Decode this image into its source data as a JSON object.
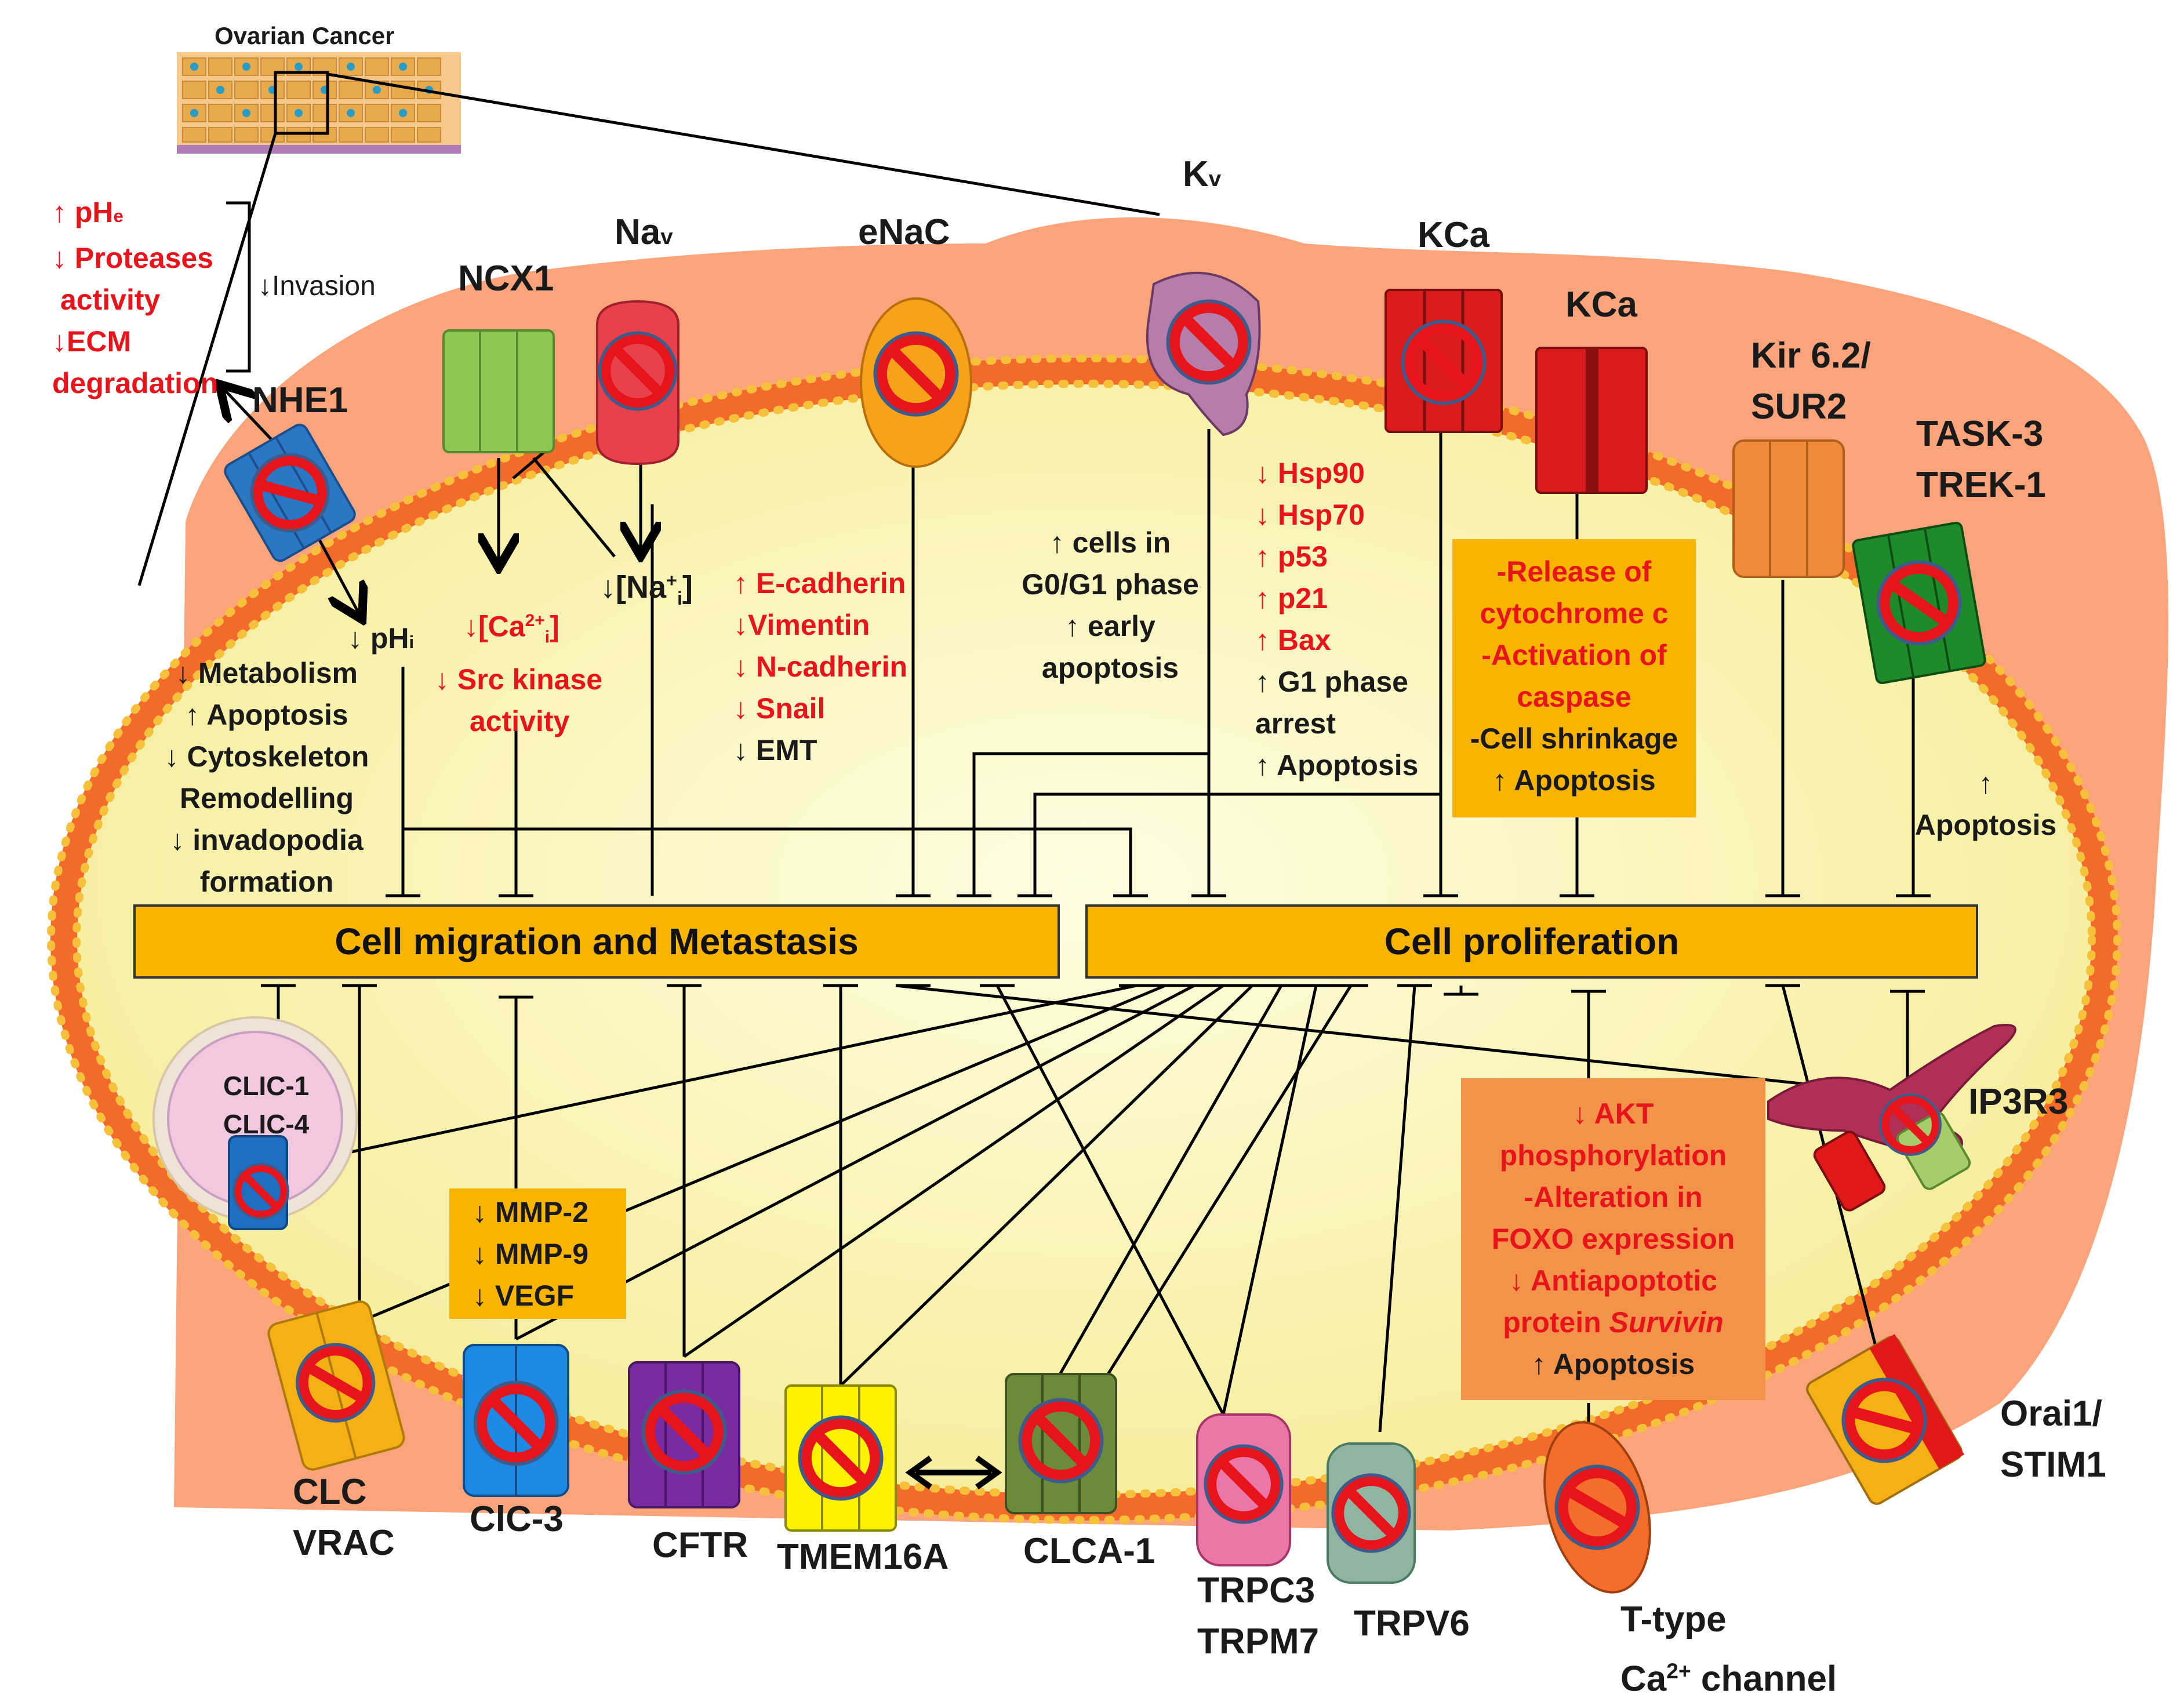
{
  "tissue_label": "Ovarian Cancer",
  "channels": {
    "nhe1": "NHE1",
    "ncx1": "NCX1",
    "nav": "Na",
    "nav_sub": "v",
    "enac": "eNaC",
    "kv": "K",
    "kv_sub": "v",
    "kca1": "KCa",
    "kca2": "KCa",
    "kir_1": "Kir 6.2/",
    "kir_2": "SUR2",
    "task_1": "TASK-3",
    "task_2": "TREK-1",
    "clic_1": "CLIC-1",
    "clic_2": "CLIC-4",
    "ip3r3": "IP3R3",
    "clc_1": "CLC",
    "clc_2": "VRAC",
    "clc3": "ClC-3",
    "cftr": "CFTR",
    "tmem16a": "TMEM16A",
    "clca1": "CLCA-1",
    "trpc_1": "TRPC3",
    "trpc_2": "TRPM7",
    "trpv6": "TRPV6",
    "ttype_1": "T-type",
    "ttype_2": "Ca",
    "ttype_sup": "2+",
    "ttype_3": " channel",
    "orai_1": "Orai1/",
    "orai_2": "STIM1"
  },
  "invasion": {
    "effects": [
      "↑ pH",
      "↓ Proteases",
      "activity",
      "↓ECM",
      "degradation"
    ],
    "ph_sub": "e",
    "result": "↓Invasion"
  },
  "effects": {
    "nhe1_ph": "↓ pH",
    "nhe1_ph_sub": "i",
    "nhe1_list": [
      "↓ Metabolism",
      "↑ Apoptosis",
      "↓ Cytoskeleton",
      "Remodelling",
      "↓ invadopodia",
      "formation"
    ],
    "ncx1_ca_pre": "↓[Ca",
    "ncx1_ca_sup": "2+",
    "ncx1_ca_sub": "i",
    "ncx1_ca_post": "]",
    "ncx1_src": [
      "↓ Src kinase",
      "activity"
    ],
    "nav_na_pre": "↓[Na",
    "nav_na_sup": "+",
    "nav_na_sub": "i",
    "nav_na_post": "]",
    "enac_list": [
      "↑ E-cadherin",
      "↓Vimentin",
      "↓ N-cadherin",
      "↓ Snail"
    ],
    "enac_emt": "↓ EMT",
    "kv_list": [
      "↑ cells in",
      "G0/G1 phase",
      "↑ early",
      "apoptosis"
    ],
    "kca_red": [
      "↓ Hsp90",
      "↓ Hsp70",
      "↑ p53",
      "↑ p21",
      "↑ Bax"
    ],
    "kca_black": [
      "↑ G1 phase",
      "arrest",
      "↑ Apoptosis"
    ],
    "kca_box_red": [
      "-Release of",
      "cytochrome c",
      "-Activation of",
      "caspase"
    ],
    "kca_box_black": [
      "-Cell shrinkage",
      "↑ Apoptosis"
    ],
    "task_apop": [
      "↑",
      "Apoptosis"
    ],
    "mmp_list": [
      "↓ MMP-2",
      "↓ MMP-9",
      "↓ VEGF"
    ],
    "akt_red": [
      "↓ AKT",
      "phosphorylation",
      "-Alteration in",
      "FOXO expression",
      "↓ Antiapoptotic",
      "protein "
    ],
    "akt_italic": "Survivin",
    "akt_black": "↑ Apoptosis"
  },
  "outcomes": {
    "migration": "Cell migration and Metastasis",
    "proliferation": "Cell proliferation"
  },
  "colors": {
    "membrane_outer": "#f9a47a",
    "membrane_orange": "#f36b2b",
    "cytoplasm": "#fbf6b4",
    "bead": "#f7c03a",
    "effect_red": "#e8141b",
    "outcome_bar": "#f7b400",
    "akt_box": "#f39349",
    "block_sign": "#e8141b"
  }
}
